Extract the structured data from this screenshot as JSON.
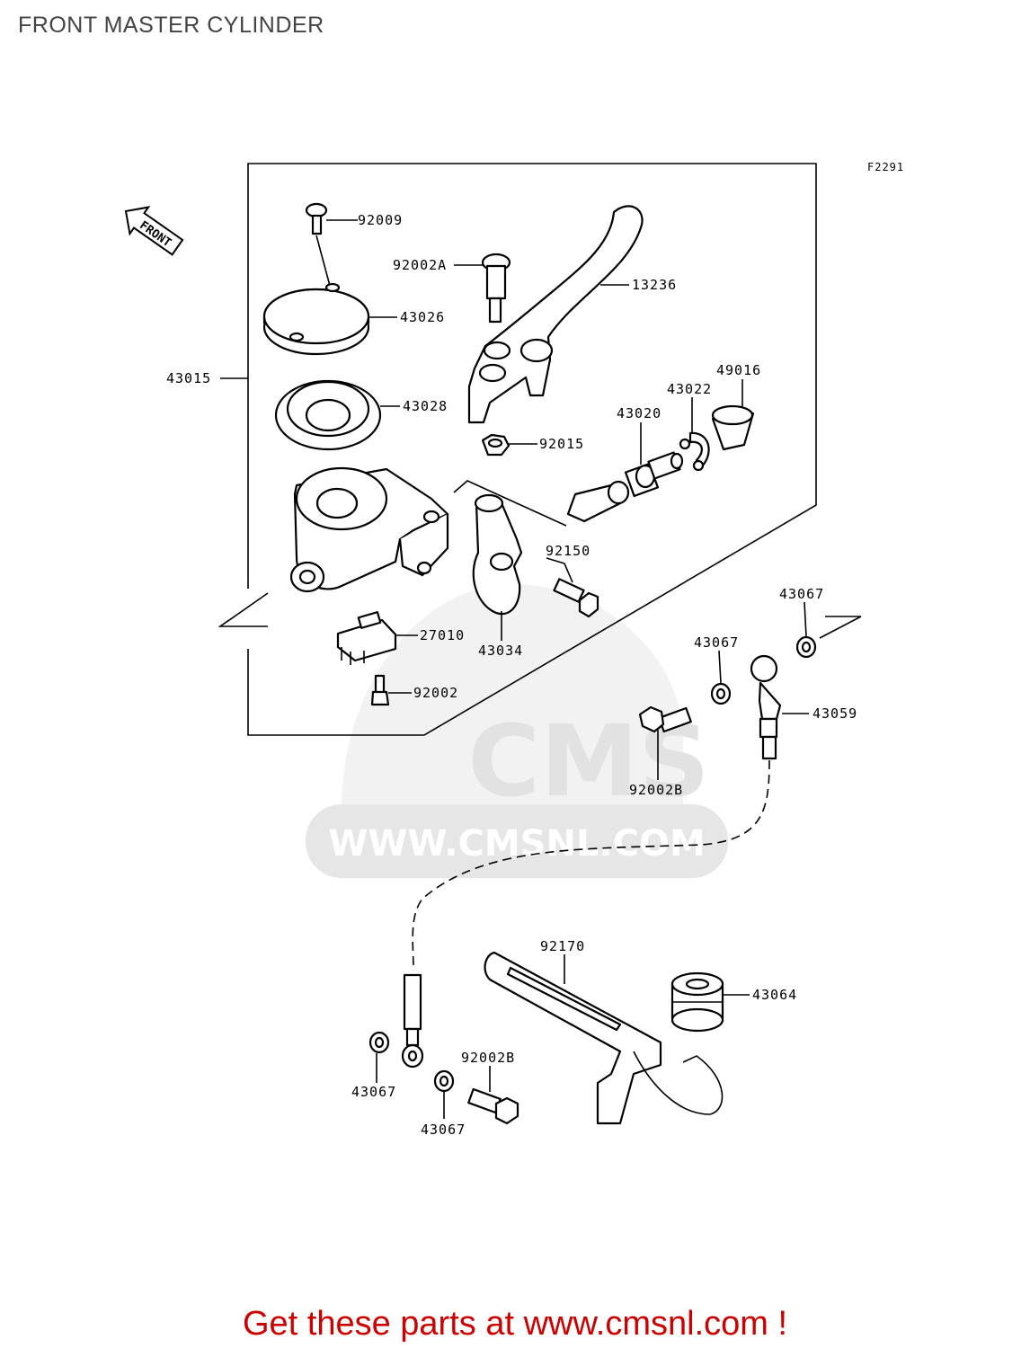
{
  "header": {
    "title": "FRONT MASTER CYLINDER"
  },
  "figure_code": "F2291",
  "front_arrow_label": "FRONT",
  "watermark": {
    "brand": "CMS",
    "url": "WWW.CMSNL.COM"
  },
  "part_labels": {
    "p92009": "92009",
    "p92002A": "92002A",
    "p13236": "13236",
    "p43026": "43026",
    "p43015": "43015",
    "p43028": "43028",
    "p49016": "49016",
    "p43022": "43022",
    "p43020": "43020",
    "p92015": "92015",
    "p92150": "92150",
    "p43067_a": "43067",
    "p43067_b": "43067",
    "p27010": "27010",
    "p43034": "43034",
    "p92002": "92002",
    "p43059": "43059",
    "p92002B_a": "92002B",
    "p92170": "92170",
    "p43064": "43064",
    "p92002B_b": "92002B",
    "p43067_c": "43067",
    "p43067_d": "43067"
  },
  "footer": {
    "text": "Get these parts at www.cmsnl.com !"
  }
}
